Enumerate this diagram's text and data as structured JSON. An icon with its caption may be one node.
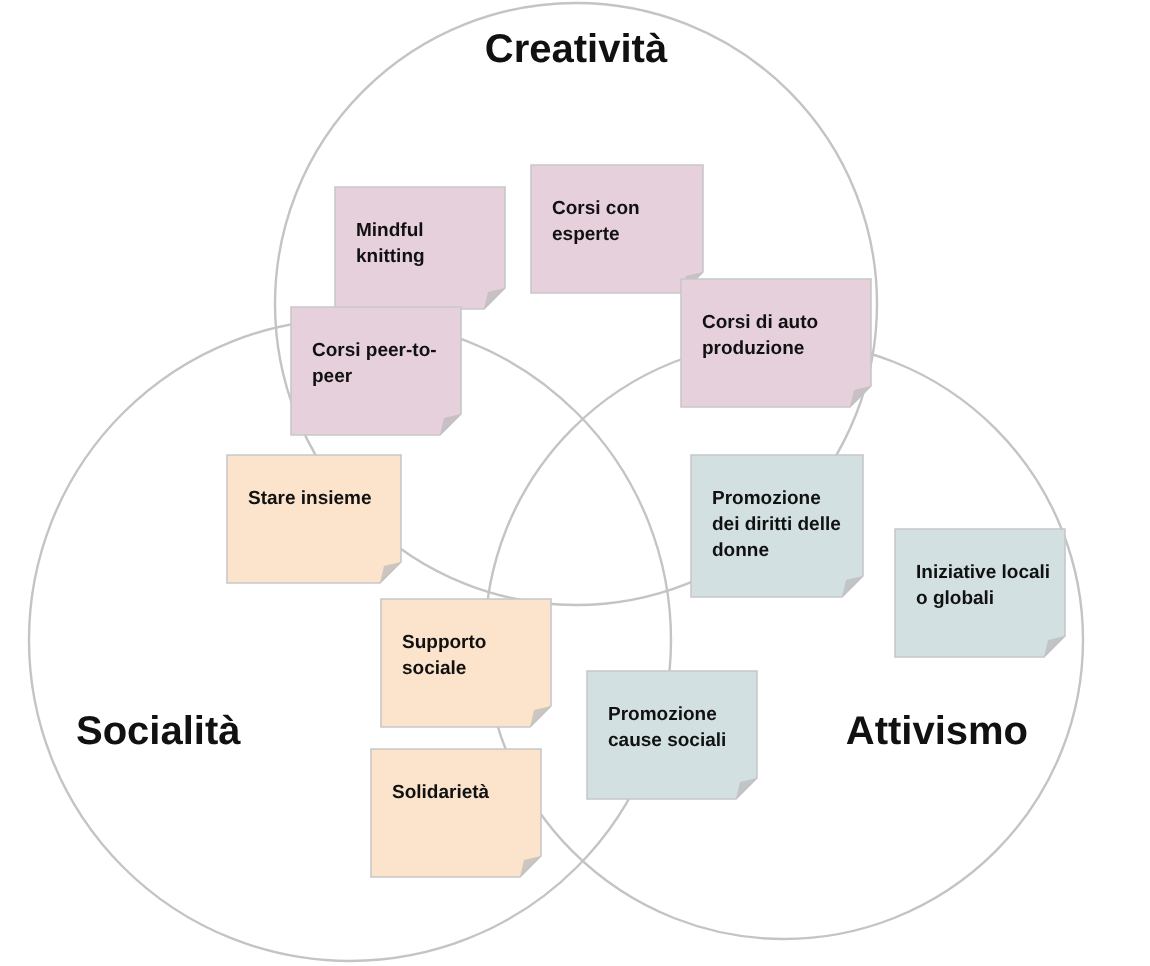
{
  "diagram": {
    "nodes": [
      {
        "text": [
          "Creatività"
        ]
      },
      {
        "text": [
          "Socialità"
        ]
      },
      {
        "text": [
          "Attivismo"
        ]
      },
      {
        "text": [
          "Mindful knitting"
        ],
        "in": 0
      },
      {
        "text": [
          "Corsi con esperte"
        ],
        "in": 0
      },
      {
        "text": [
          "Corsi peer-to-peer"
        ],
        "in": 0
      },
      {
        "text": [
          "Corsi di auto produzione"
        ],
        "in": 0
      },
      {
        "text": [
          "Stare insieme"
        ],
        "in": 1
      },
      {
        "text": [
          "Promozione dei diritti delle donne"
        ]
      },
      {
        "text": [
          "Iniziative locali o globali"
        ],
        "in": 2
      },
      {
        "text": [
          "Supporto sociale"
        ],
        "in": 1
      },
      {
        "text": [
          "Promozione cause sociali"
        ],
        "in": 2
      },
      {
        "text": [
          "Solidarietà"
        ],
        "in": 1
      }
    ],
    "edges": []
  }
}
